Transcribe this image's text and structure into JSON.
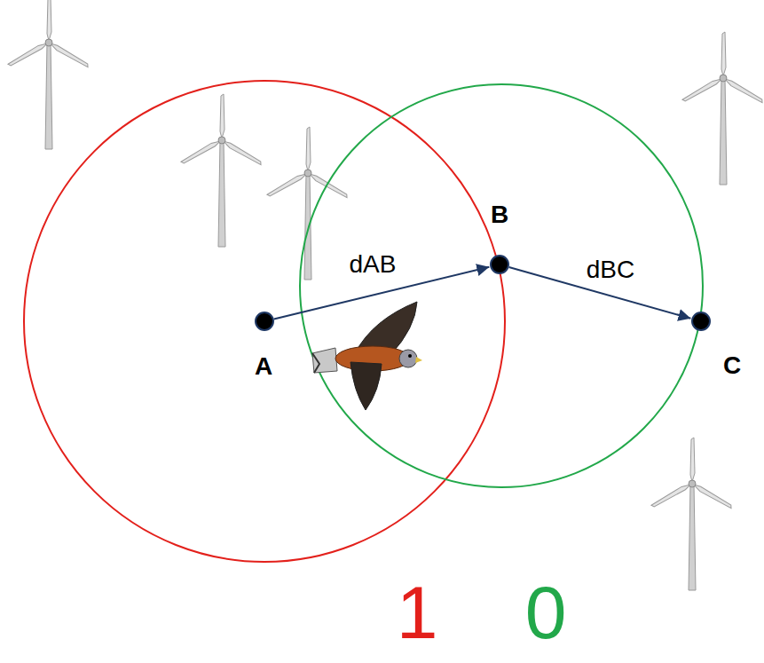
{
  "diagram": {
    "nodes": [
      {
        "text": [
          "A"
        ]
      },
      {
        "text": [
          "B"
        ]
      },
      {
        "text": [
          "C"
        ]
      }
    ],
    "edges": [
      {
        "from": 0,
        "to": 1,
        "arrow": "to",
        "label": "dAB"
      },
      {
        "from": 1,
        "to": 2,
        "arrow": "to",
        "label": "dBC"
      }
    ],
    "labels": [
      "1",
      "0"
    ]
  }
}
